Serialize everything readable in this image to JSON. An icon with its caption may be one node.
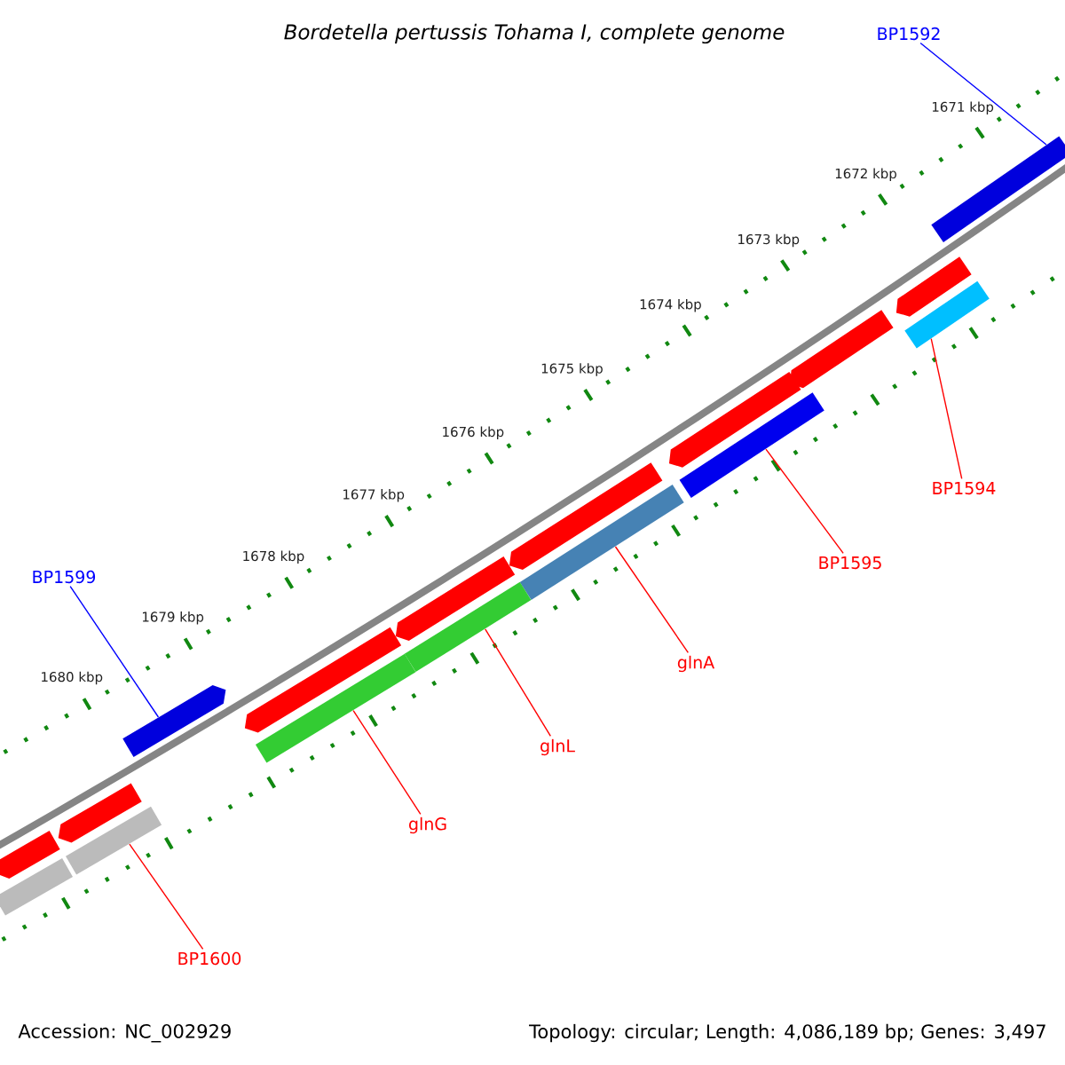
{
  "diagram": {
    "title": "Bordetella pertussis Tohama I, complete genome",
    "nodes": [
      {
        "text": [
          "BP1592"
        ]
      },
      {
        "text": [],
        "shape": "bar"
      },
      {
        "text": [
          "BP1594"
        ]
      },
      {
        "text": [],
        "shape": "bar"
      },
      {
        "text": [
          "BP1595"
        ]
      },
      {
        "text": [],
        "shape": "bar"
      },
      {
        "text": [
          "BP1599"
        ]
      },
      {
        "text": [],
        "shape": "bar"
      },
      {
        "text": [
          "glnA"
        ]
      },
      {
        "text": [],
        "shape": "bar"
      },
      {
        "text": [
          "glnL"
        ]
      },
      {
        "text": [],
        "shape": "bar"
      },
      {
        "text": [
          "glnG"
        ]
      },
      {
        "text": [],
        "shape": "bar"
      },
      {
        "text": [
          "BP1600"
        ]
      },
      {
        "text": [],
        "shape": "bar"
      },
      {
        "text": [],
        "shape": "bar"
      },
      {
        "text": [],
        "shape": "bar"
      },
      {
        "text": [],
        "shape": "bar"
      },
      {
        "text": [],
        "shape": "bar"
      },
      {
        "text": [],
        "shape": "bar"
      },
      {
        "text": [],
        "shape": "bar"
      },
      {
        "text": [],
        "shape": "bar"
      },
      {
        "text": [],
        "shape": "bar"
      },
      {
        "text": [],
        "shape": "bar"
      }
    ],
    "edges": [
      {
        "from": 0,
        "to": 1,
        "arrow": "none",
        "color": "#0000ff"
      },
      {
        "from": 2,
        "to": 3,
        "arrow": "none"
      },
      {
        "from": 4,
        "to": 5,
        "arrow": "none"
      },
      {
        "from": 6,
        "to": 7,
        "arrow": "none",
        "color": "#0000ff"
      },
      {
        "from": 8,
        "to": 9,
        "arrow": "none"
      },
      {
        "from": 10,
        "to": 11,
        "arrow": "none"
      },
      {
        "from": 12,
        "to": 13,
        "arrow": "none"
      },
      {
        "from": 14,
        "to": 15,
        "arrow": "none"
      }
    ],
    "labels": [
      "1671 kbp",
      "1672 kbp",
      "1673 kbp",
      "1674 kbp",
      "1675 kbp",
      "1676 kbp",
      "1677 kbp",
      "1678 kbp",
      "1679 kbp",
      "1680 kbp",
      "Accession: NC_002929",
      "Topology: circular; Length: 4,086,189 bp; Genes: 3,497"
    ]
  }
}
